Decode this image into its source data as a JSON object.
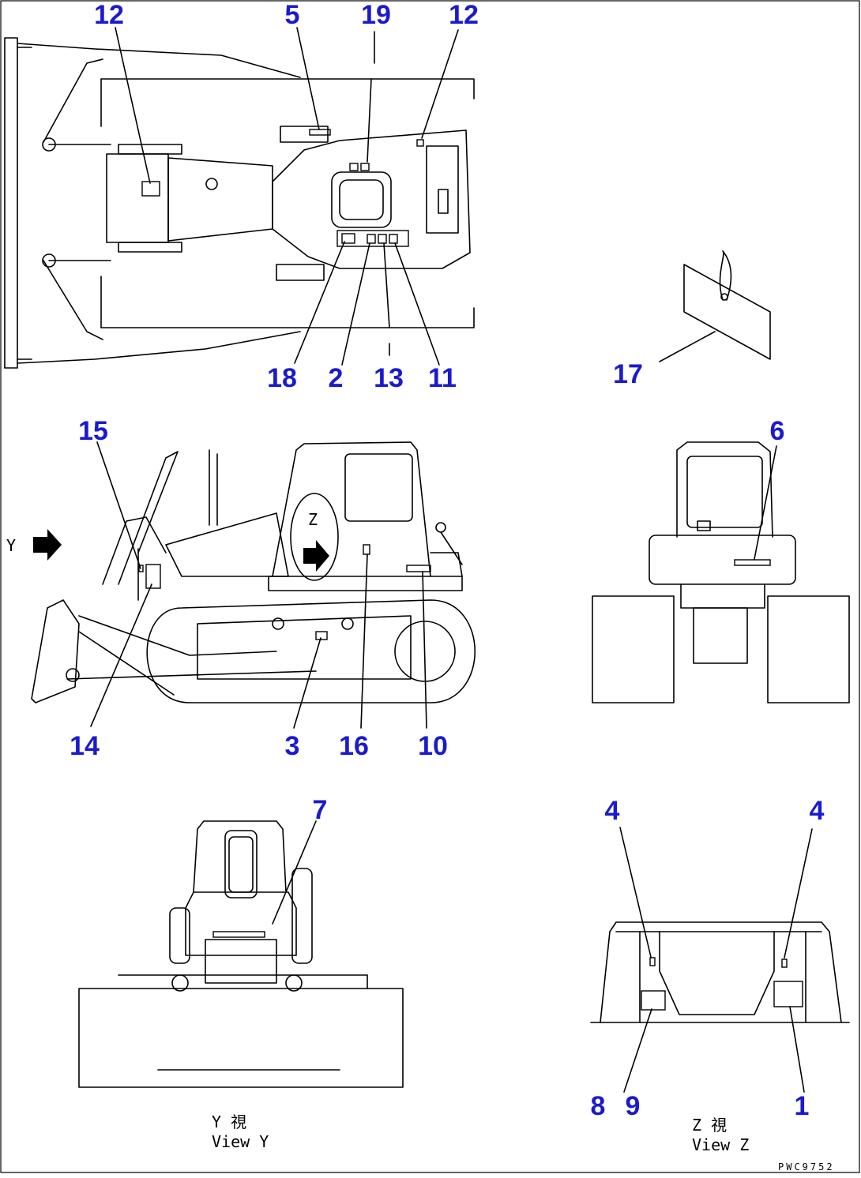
{
  "colors": {
    "callout": "#1a1ad0",
    "lines": "#000000",
    "background": "#ffffff"
  },
  "callouts": {
    "top_12a": "12",
    "top_5": "5",
    "top_19": "19",
    "top_12b": "12",
    "top_18": "18",
    "top_2": "2",
    "top_13": "13",
    "top_11": "11",
    "tag_17": "17",
    "side_15": "15",
    "side_14": "14",
    "side_3": "3",
    "side_16": "16",
    "side_10": "10",
    "rear_6": "6",
    "front_7": "7",
    "z_4a": "4",
    "z_4b": "4",
    "z_8": "8",
    "z_9": "9",
    "z_1": "1"
  },
  "view_markers": {
    "y": "Y",
    "z": "Z"
  },
  "captions": {
    "view_y_line1": "Y 視",
    "view_y_line2": "View Y",
    "view_z_line1": "Z 視",
    "view_z_line2": "View Z"
  },
  "drawing_code": "PWC9752",
  "icons": {
    "arrow": "right-arrow-icon"
  }
}
